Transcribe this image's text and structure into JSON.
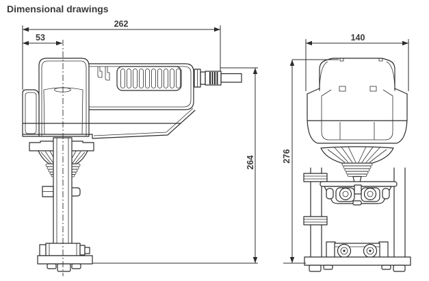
{
  "title": "Dimensional drawings",
  "colors": {
    "line": "#2b2b2b",
    "text": "#3a3a3a",
    "background": "#ffffff"
  },
  "views": {
    "side_view": {
      "dimensions": {
        "overall_width_mm": "262",
        "stem_center_offset_mm": "53",
        "height_mm": "264"
      }
    },
    "front_view": {
      "dimensions": {
        "width_mm": "140",
        "height_mm": "276"
      }
    }
  }
}
